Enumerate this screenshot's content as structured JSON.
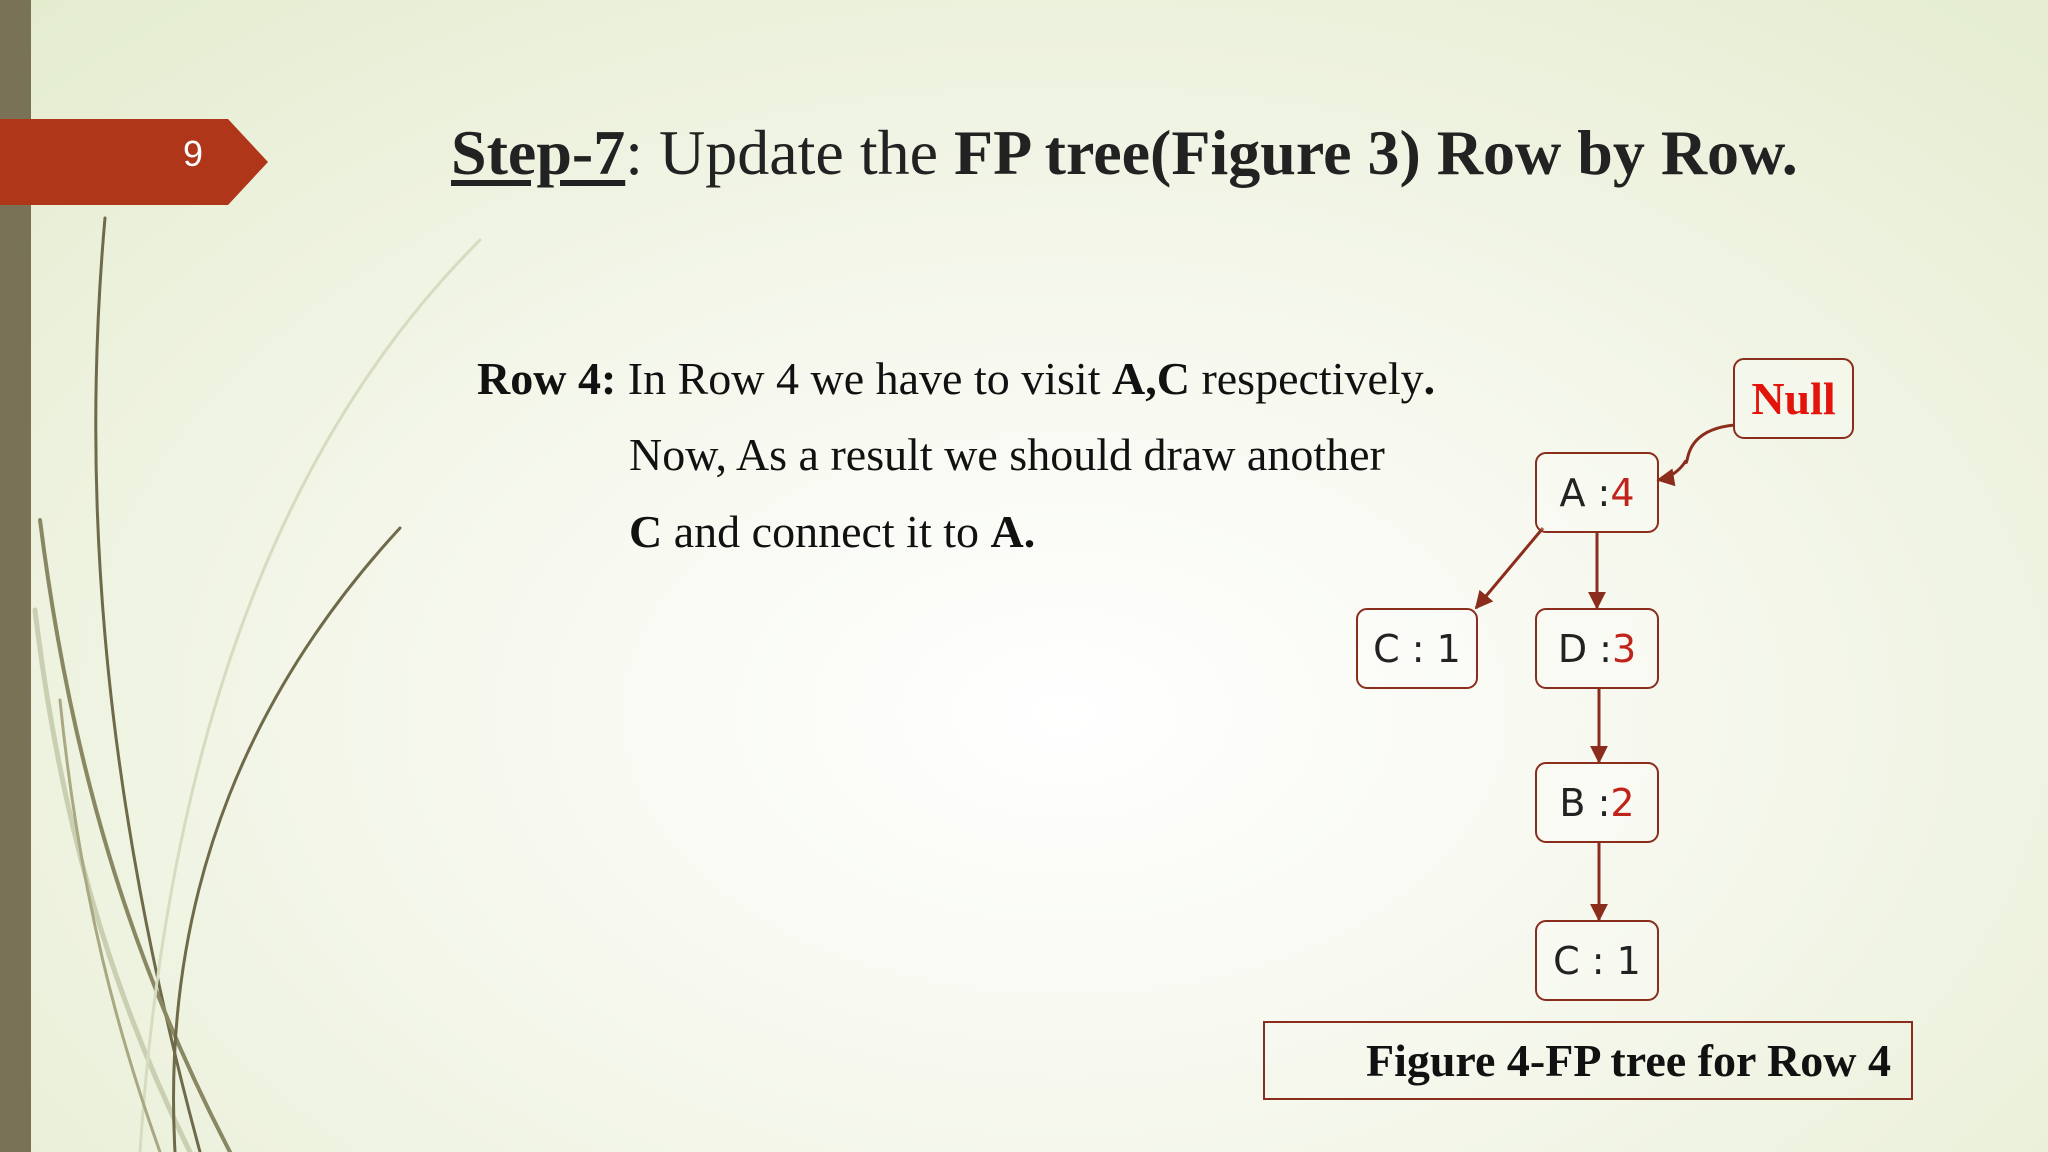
{
  "slide": {
    "number": "9"
  },
  "title": {
    "step": "Step-7",
    "colon_text": ": Update the ",
    "bold_text": "FP tree(Figure 3) Row by Row."
  },
  "body": {
    "line1_label": "Row 4:",
    "line1_text": " In Row 4 we have to visit ",
    "line1_bold": "A,C",
    "line1_end": " respectively",
    "line1_period": ".",
    "line2": "Now, As a result we should draw another",
    "line3_bold_c": "C",
    "line3_text": " and connect it to ",
    "line3_bold_a": "A."
  },
  "tree": {
    "null": "Null",
    "a": {
      "label": "A : ",
      "count": "4"
    },
    "c_left": {
      "label": "C : 1"
    },
    "d": {
      "label": "D : ",
      "count": "3"
    },
    "b": {
      "label": "B : ",
      "count": "2"
    },
    "c_bottom": {
      "label": "C : 1"
    }
  },
  "caption": "Figure 4-FP tree for Row 4",
  "colors": {
    "accent": "#b0361a",
    "edge": "#8b2d1c",
    "count": "#c0231a",
    "null": "#e3140c"
  }
}
